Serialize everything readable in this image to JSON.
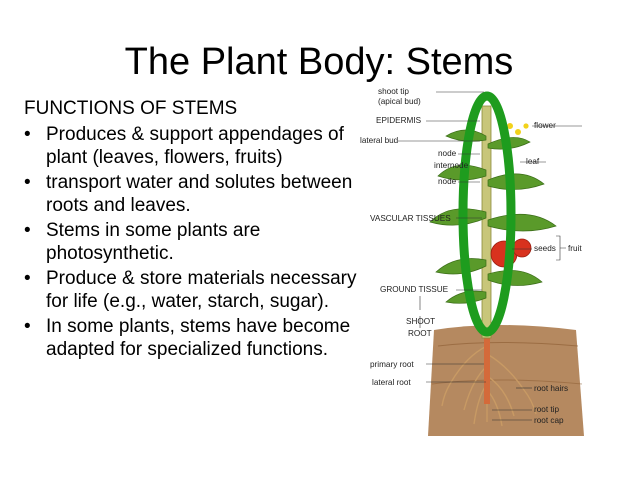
{
  "slide": {
    "title": "The Plant Body: Stems",
    "heading": "FUNCTIONS OF STEMS",
    "bullets": [
      "Produces & support appendages of plant (leaves, flowers, fruits)",
      "transport water and solutes between roots and leaves.",
      "Stems in some plants are photosynthetic.",
      "Produce & store materials necessary for life (e.g., water, starch, sugar).",
      "In some plants, stems have become adapted for specialized functions."
    ],
    "bullet_symbol": "•"
  },
  "diagram": {
    "labels": {
      "shoot_tip_1": "shoot tip",
      "shoot_tip_2": "(apical bud)",
      "epidermis": "EPIDERMIS",
      "lateral_bud": "lateral bud",
      "flower": "flower",
      "node_1": "node",
      "internode": "internode",
      "leaf": "leaf",
      "node_2": "node",
      "vascular": "VASCULAR TISSUES",
      "seeds": "seeds",
      "fruit": "fruit",
      "ground": "GROUND TISSUE",
      "shoot": "SHOOT",
      "root": "ROOT",
      "primary_root": "primary root",
      "lateral_root": "lateral root",
      "root_hairs": "root hairs",
      "root_tip": "root tip",
      "root_cap": "root cap"
    },
    "colors": {
      "highlight_oval": "#1e9c1e",
      "leaf": "#5a9a2a",
      "stem": "#c8c67a",
      "fruit": "#d8321e",
      "soil": "#a87444",
      "root": "#c89a64"
    }
  }
}
